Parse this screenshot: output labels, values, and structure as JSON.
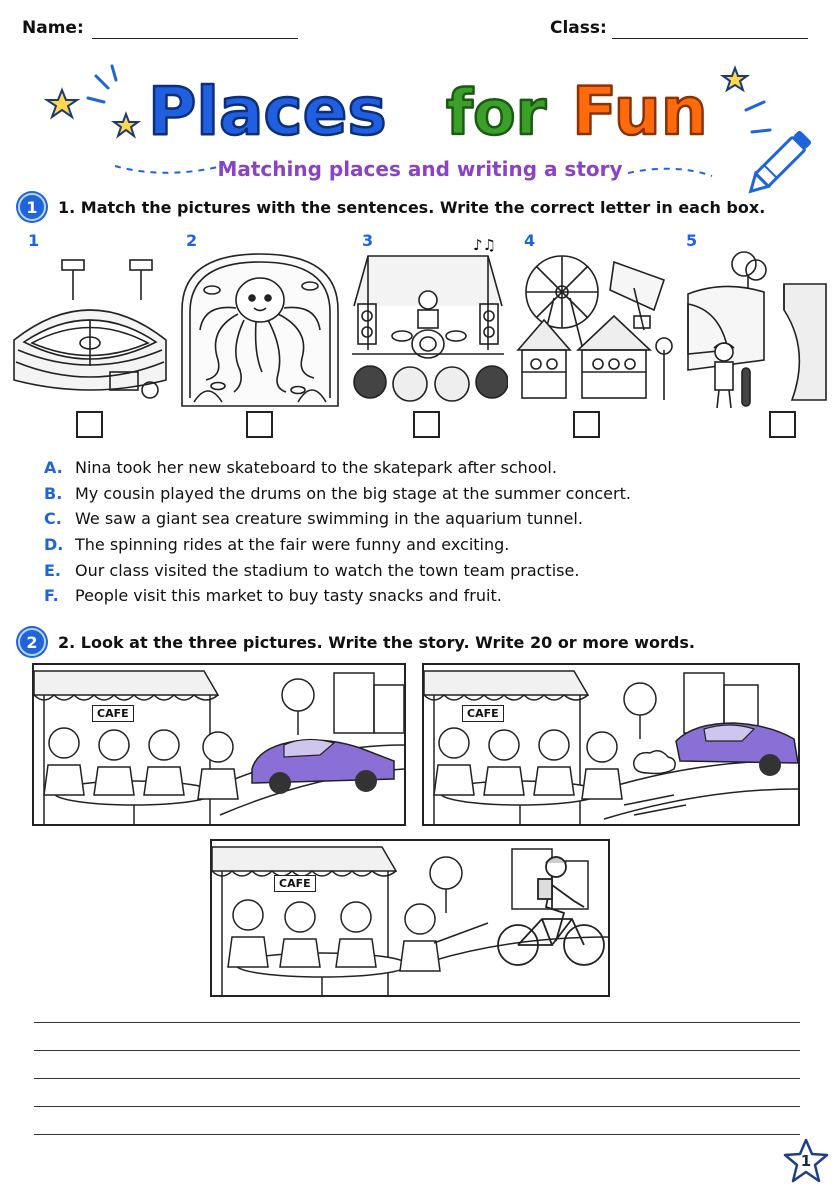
{
  "header": {
    "name_label": "Name:",
    "class_label": "Class:"
  },
  "title": {
    "word1": "Places",
    "word2": "for",
    "word3": "Fun",
    "subtitle": "Matching places and writing a story",
    "colors": {
      "word1": "#1f5fe0",
      "word2": "#3aa02a",
      "word3": "#ff6a0d",
      "subtitle": "#8a43c8"
    }
  },
  "section1": {
    "badge": "1",
    "instruction": "1.  Match the pictures with the sentences. Write the correct letter in each box.",
    "pictures": [
      {
        "number": "1",
        "icon": "stadium-picture"
      },
      {
        "number": "2",
        "icon": "aquarium-octopus-picture"
      },
      {
        "number": "3",
        "icon": "concert-stage-picture"
      },
      {
        "number": "4",
        "icon": "fair-rides-picture"
      },
      {
        "number": "5",
        "icon": "skatepark-picture"
      }
    ],
    "sentences": [
      {
        "letter": "A.",
        "text": "Nina took her new skateboard to the skatepark after school."
      },
      {
        "letter": "B.",
        "text": "My cousin played the drums on the big stage at the summer concert."
      },
      {
        "letter": "C.",
        "text": "We saw a giant sea creature swimming in the aquarium tunnel."
      },
      {
        "letter": "D.",
        "text": "The spinning rides at the fair were funny and exciting."
      },
      {
        "letter": "E.",
        "text": "Our class visited the stadium to watch the town team practise."
      },
      {
        "letter": "F.",
        "text": "People visit this market to buy tasty snacks and fruit."
      }
    ]
  },
  "section2": {
    "badge": "2",
    "instruction": "2.  Look at the three pictures. Write the story. Write 20 or more words.",
    "panels": [
      {
        "sign": "CAFE",
        "icon": "cafe-purple-car-picture"
      },
      {
        "sign": "CAFE",
        "icon": "cafe-car-speeding-picture"
      },
      {
        "sign": "CAFE",
        "icon": "cafe-cyclist-picture"
      }
    ]
  },
  "page_number": "1"
}
